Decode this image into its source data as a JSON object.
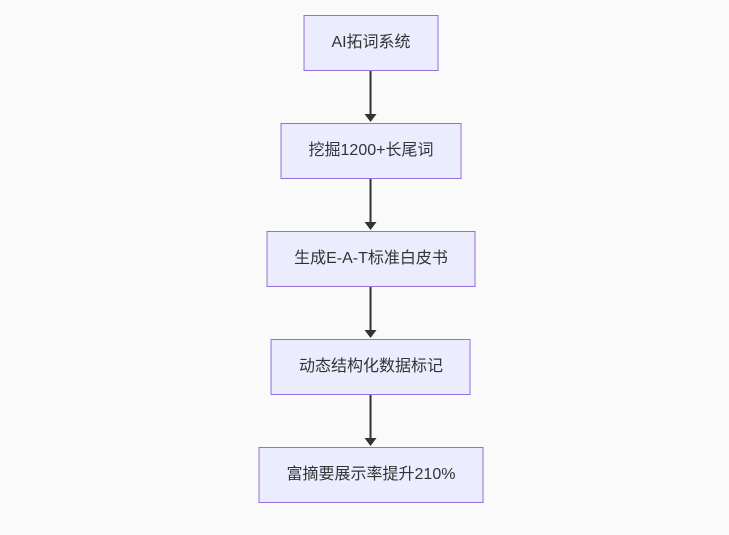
{
  "page": {
    "background_color": "#fafafa"
  },
  "diagram": {
    "type": "flowchart",
    "direction": "top-down",
    "node_fill_color": "#ECECFF",
    "node_border_color": "#9370DB",
    "arrow_color": "#333333",
    "text_color": "#333333",
    "nodes": [
      {
        "id": "n1",
        "label": "AI拓词系统"
      },
      {
        "id": "n2",
        "label": "挖掘1200+长尾词"
      },
      {
        "id": "n3",
        "label": "生成E-A-T标准白皮书"
      },
      {
        "id": "n4",
        "label": "动态结构化数据标记"
      },
      {
        "id": "n5",
        "label": "富摘要展示率提升210%"
      }
    ],
    "edges": [
      {
        "from": "n1",
        "to": "n2",
        "style": "arrow-down"
      },
      {
        "from": "n2",
        "to": "n3",
        "style": "arrow-down"
      },
      {
        "from": "n3",
        "to": "n4",
        "style": "arrow-down"
      },
      {
        "from": "n4",
        "to": "n5",
        "style": "arrow-down"
      }
    ]
  }
}
